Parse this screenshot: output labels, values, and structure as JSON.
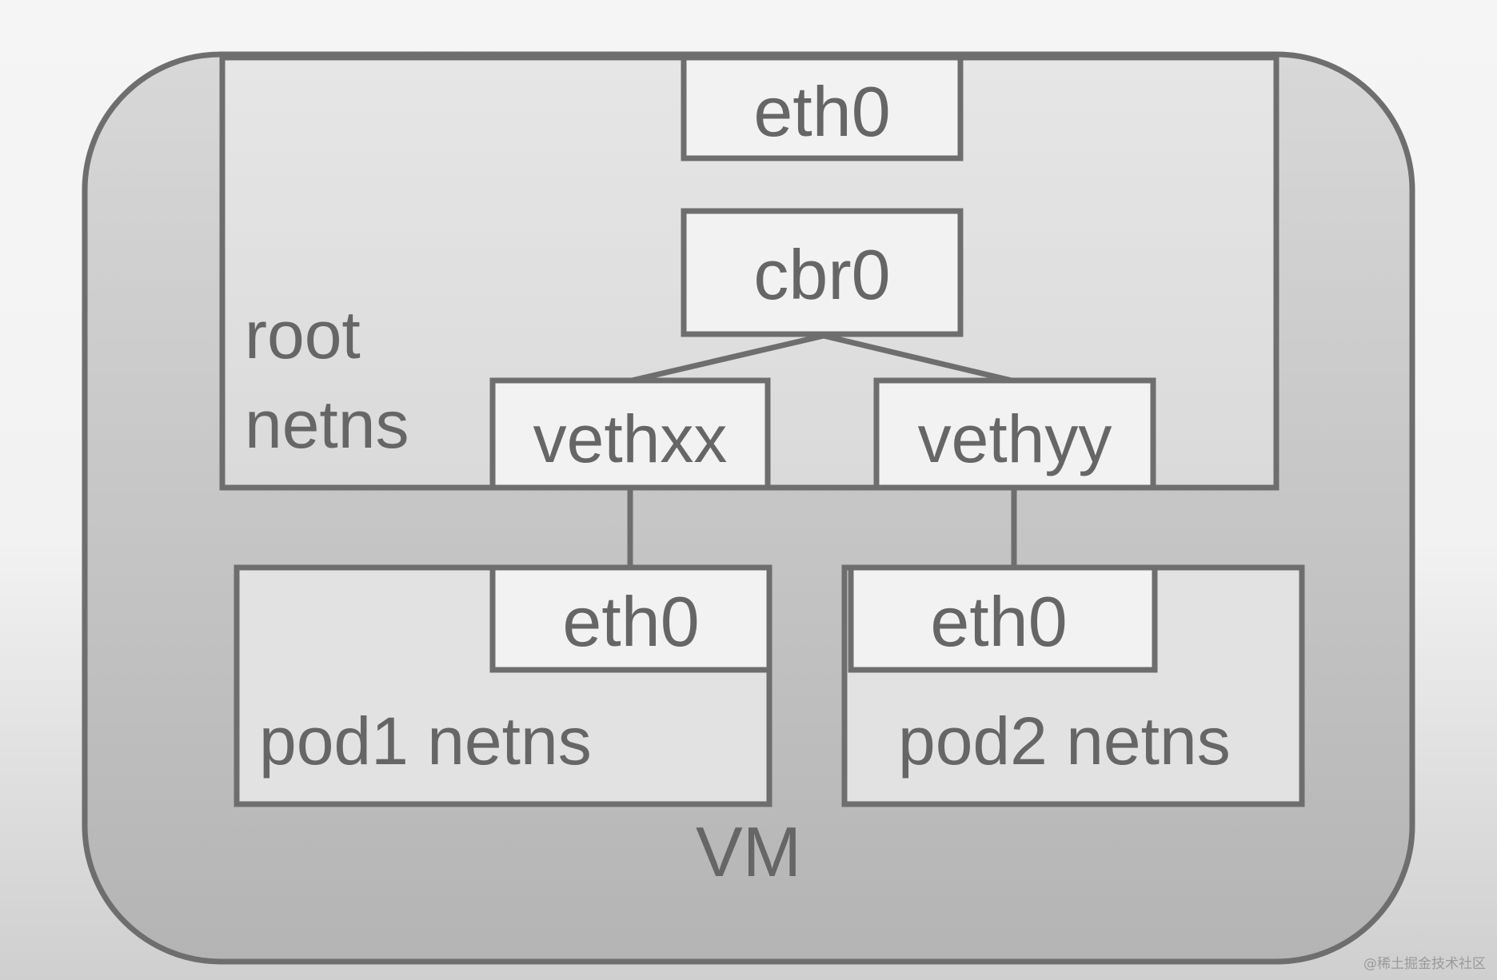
{
  "diagram": {
    "vm_label": "VM",
    "root_ns": {
      "label_line1": "root",
      "label_line2": "netns"
    },
    "interfaces": {
      "host_eth0": "eth0",
      "bridge": "cbr0",
      "veth_a": "vethxx",
      "veth_b": "vethyy"
    },
    "pods": [
      {
        "iface": "eth0",
        "label": "pod1 netns"
      },
      {
        "iface": "eth0",
        "label": "pod2 netns"
      }
    ]
  },
  "watermark": "@稀土掘金技术社区"
}
